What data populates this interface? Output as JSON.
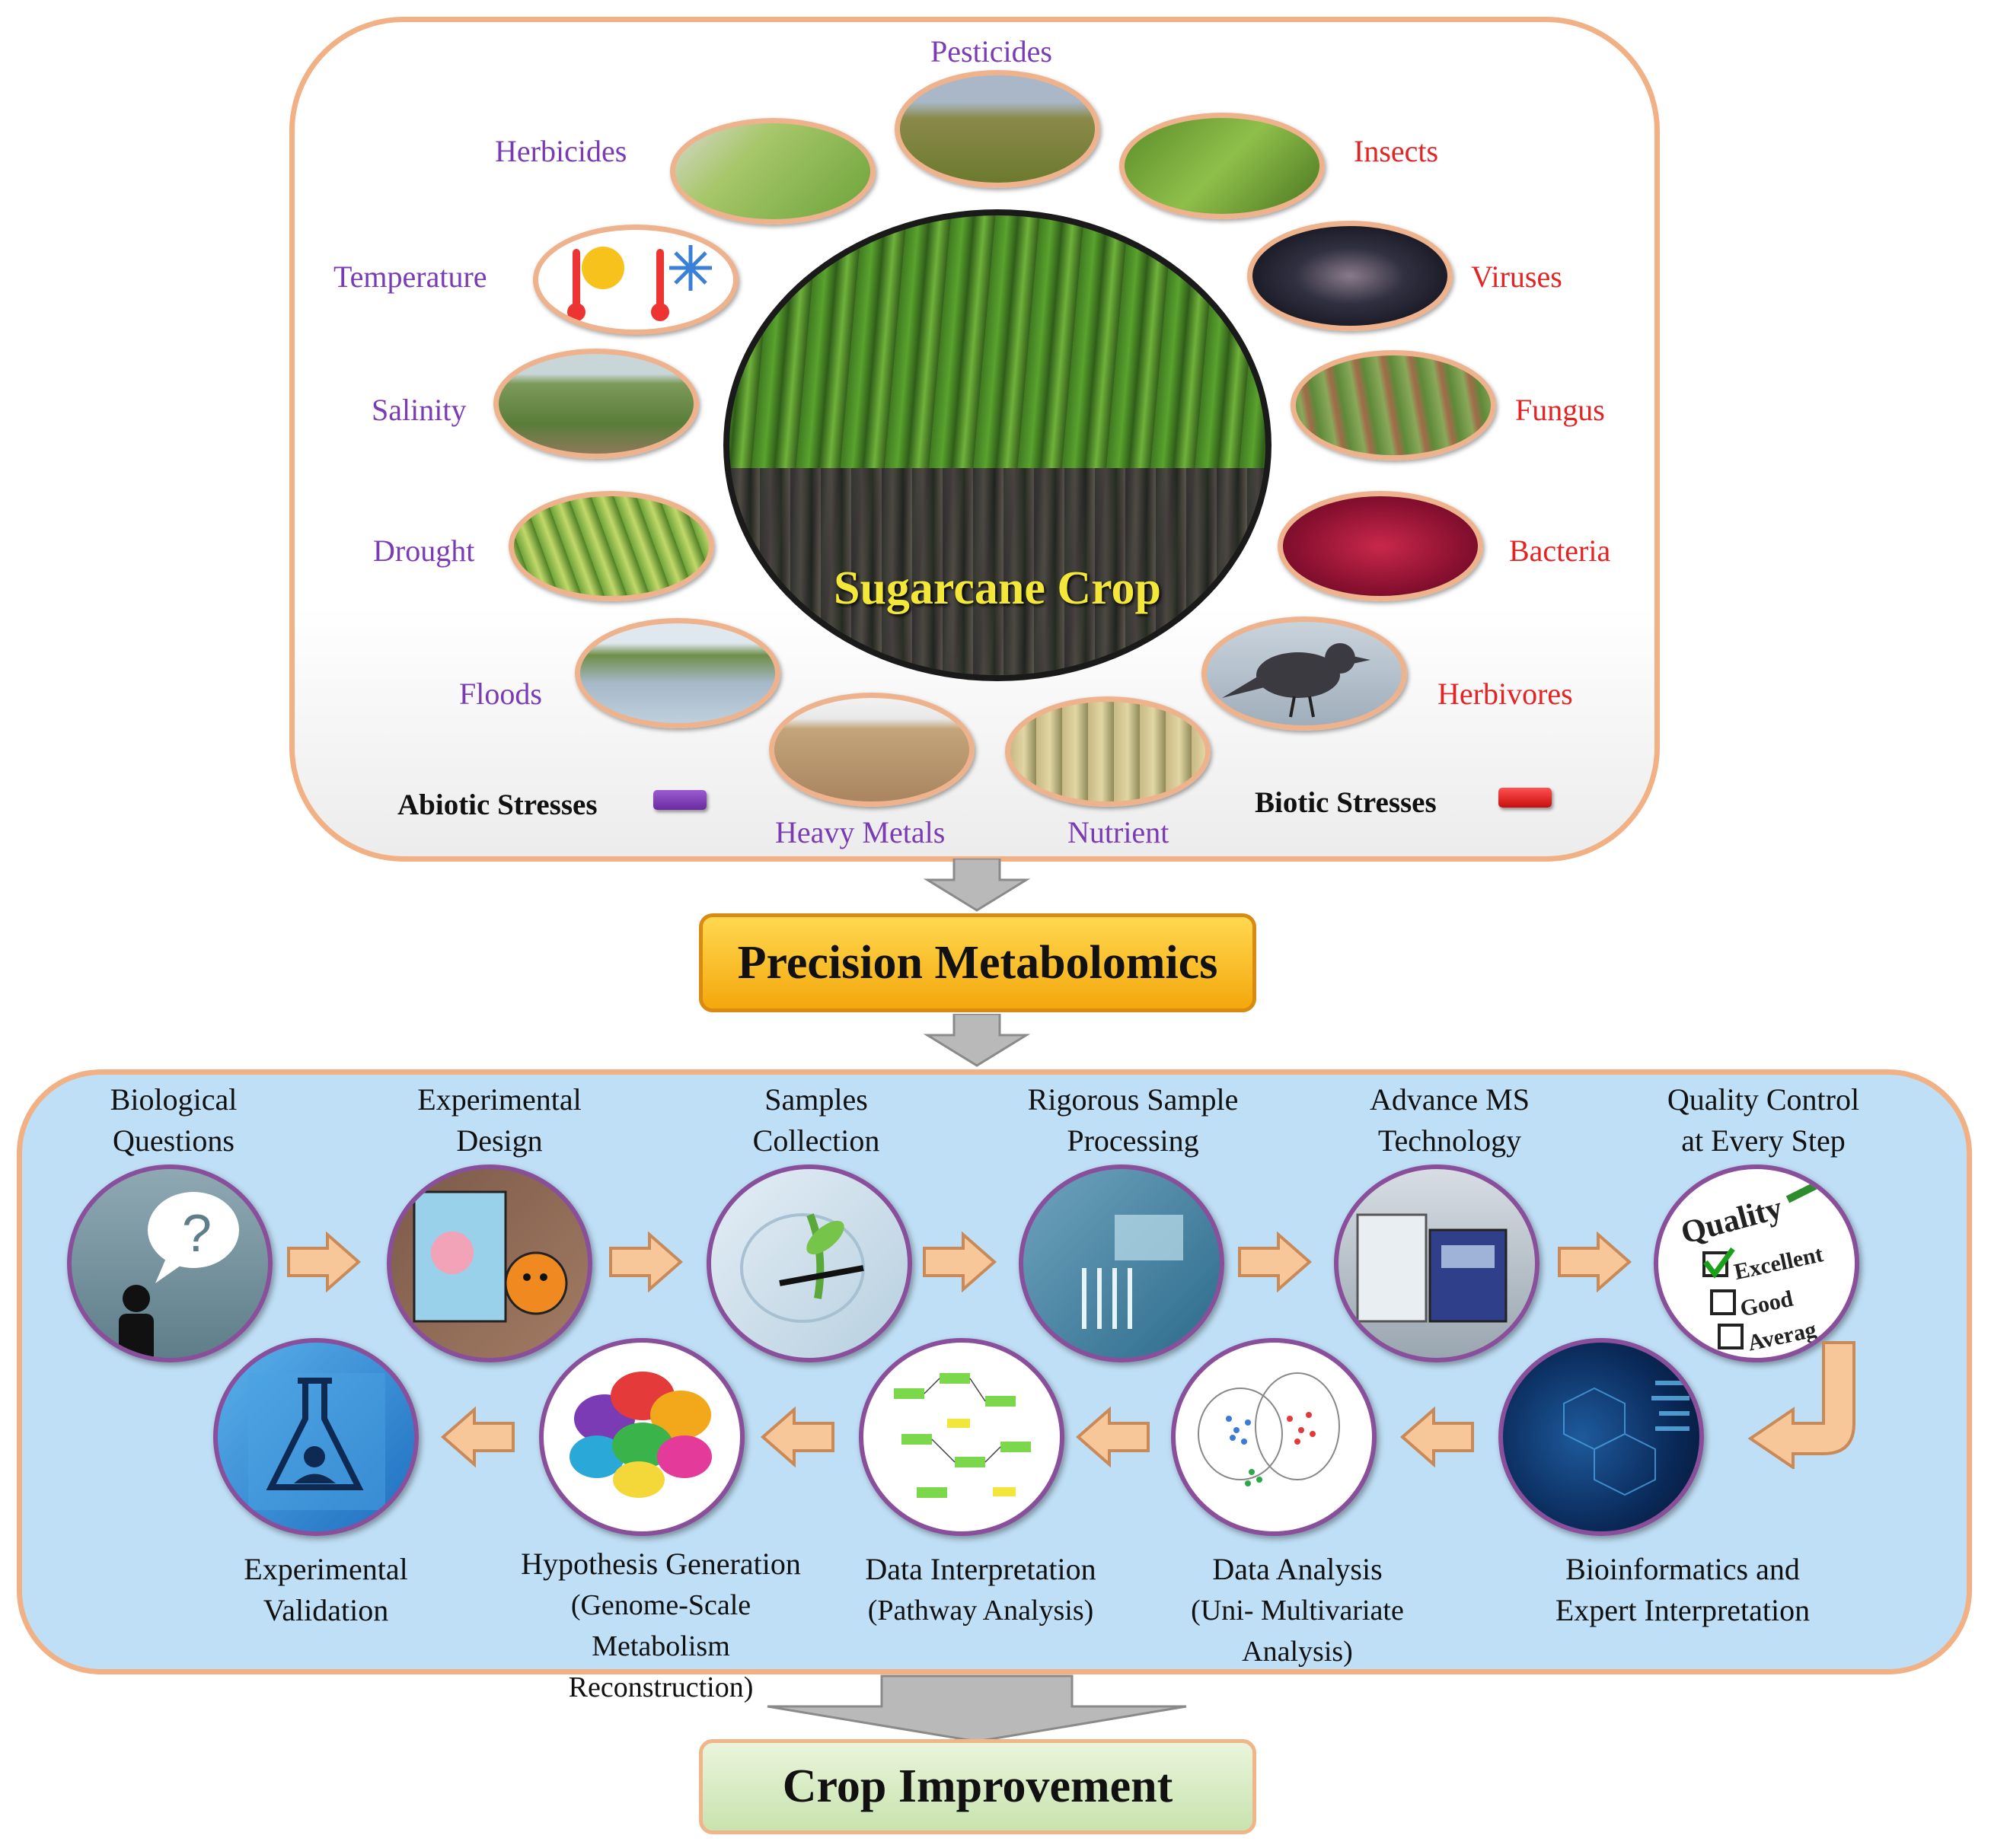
{
  "diagram": {
    "center_title": "Sugarcane Crop",
    "abiotic_stresses": [
      "Pesticides",
      "Herbicides",
      "Temperature",
      "Salinity",
      "Drought",
      "Floods",
      "Heavy  Metals",
      "Nutrient"
    ],
    "biotic_stresses": [
      "Insects",
      "Viruses",
      "Fungus",
      "Bacteria",
      "Herbivores"
    ],
    "legend": {
      "abiotic": "Abiotic Stresses",
      "biotic": "Biotic Stresses"
    },
    "colors": {
      "abiotic": "#7a3bb4",
      "biotic": "#e42424",
      "panel_border": "#f2b184",
      "workflow_bg": "#bfdff6"
    },
    "precision": "Precision Metabolomics",
    "workflow": {
      "biological_questions": {
        "line1": "Biological",
        "line2": "Questions",
        "icon": "question-person-icon"
      },
      "experimental_design": {
        "line1": "Experimental",
        "line2": "Design",
        "icon": "experiment-design-icon"
      },
      "samples_collection": {
        "line1": "Samples",
        "line2": "Collection",
        "icon": "petri-dish-icon"
      },
      "sample_processing": {
        "line1": "Rigorous  Sample",
        "line2": "Processing",
        "icon": "lab-pipette-icon"
      },
      "ms_technology": {
        "line1": "Advance  MS",
        "line2": "Technology",
        "icon": "mass-spectrometer-icon"
      },
      "quality_control": {
        "line1": "Quality  Control",
        "line2": "at Every Step",
        "icon": "quality-checklist-icon",
        "checklist": [
          "Quality",
          "Excellent",
          "Good",
          "Averag"
        ]
      },
      "bioinformatics": {
        "line1": "Bioinformatics and",
        "line2": "Expert Interpretation",
        "icon": "digital-network-icon"
      },
      "data_analysis": {
        "line1": "Data Analysis",
        "line2": "(Uni- Multivariate Analysis)",
        "icon": "scatter-plot-icon"
      },
      "data_interpretation": {
        "line1": "Data Interpretation",
        "line2": "(Pathway Analysis)",
        "icon": "pathway-map-icon"
      },
      "hypothesis": {
        "line1": "Hypothesis  Generation",
        "line2": "(Genome-Scale Metabolism",
        "line3": "Reconstruction)",
        "icon": "speech-bubbles-icon"
      },
      "validation": {
        "line1": "Experimental",
        "line2": "Validation",
        "icon": "flask-person-icon"
      }
    },
    "outcome": "Crop Improvement"
  }
}
